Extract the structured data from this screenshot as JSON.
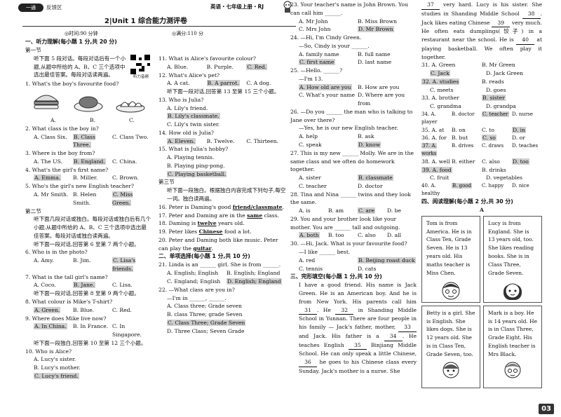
{
  "header": {
    "badge": "一通",
    "zone": "反馈区",
    "subject": "英语・七年级上册・RJ",
    "title": "2|Unit 1 综合能力测评卷",
    "time": "◎时间:90 分钟",
    "score": "◎满分:110 分"
  },
  "listening": {
    "heading": "一、听力理解(每小题 1 分,共 20 分)",
    "p1": "第一节",
    "p1_instr": "听下面 5 段对话。每段对话后有一个小题,从题中所给的 A、B、C 三个选项中选出最佳答案。每段对话读两遍。",
    "qr_label": "听力音频",
    "q1": "1. What's the boy's favourite food?",
    "q1_opts": [
      "A.",
      "B.",
      "C."
    ],
    "q2": "2. What class is the boy in?",
    "q2_opts": [
      "A. Class Six.",
      "B. Class Three.",
      "C. Class Two."
    ],
    "q3": "3. Where is the boy from?",
    "q3_opts": [
      "A. The US.",
      "B. England.",
      "C. China."
    ],
    "q4": "4. What's the girl's first name?",
    "q4_opts": [
      "A. Emma.",
      "B. Miller.",
      "C. Brown."
    ],
    "q5": "5. Who's the girl's new English teacher?",
    "q5_opts": [
      "A. Mr Smith.",
      "B. Helen Smith.",
      "C. Miss Green."
    ],
    "p2": "第二节",
    "p2_instr": "听下面几段对话或独白。每段对话或独白后有几个小题,从题中所给的 A、B、C 三个选项中选出最佳答案。每段对话或独白读两遍。",
    "p2_instr2": "听下面一段对话,回答第 6 至第 7 两个小题。",
    "q6": "6. Who is in the photo?",
    "q6_opts": [
      "A. Amy.",
      "B. Jim.",
      "C. Lisa's friends."
    ],
    "q7": "7. What is the tall girl's name?",
    "q7_opts": [
      "A. Coco.",
      "B. Jane.",
      "C. Lisa."
    ],
    "instr8": "听下面一段对话,回答第 8 至第 9 两个小题。",
    "q8": "8. What colour is Mike's T-shirt?",
    "q8_opts": [
      "A. Green.",
      "B. Blue.",
      "C. Red."
    ],
    "q9": "9. Where does Mike live now?",
    "q9_opts": [
      "A. In China.",
      "B. In France.",
      "C. In Singapore."
    ],
    "instr10": "听下面一段独白,回答第 10 至第 12 三个小题。",
    "q10": "10. Who is Alice?",
    "q10_opts": [
      "A. Lucy's sister.",
      "B. Lucy's mother.",
      "C. Lucy's friend."
    ],
    "q11": "11. What is Alice's favourite colour?",
    "q11_opts": [
      "A. Blue.",
      "B. Purple.",
      "C. Red."
    ],
    "q12": "12. What's Alice's pet?",
    "q12_opts": [
      "A. A cat.",
      "B. A parrot.",
      "C. A dog."
    ],
    "instr13": "听下面一段对话,回答第 13 至第 15 三个小题。",
    "q13": "13. Who is Julia?",
    "q13_opts": [
      "A. Lily's friend.",
      "B. Lily's classmate.",
      "C. Lily's twin sister."
    ],
    "q14": "14. How old is Julia?",
    "q14_opts": [
      "A. Eleven.",
      "B. Twelve.",
      "C. Thirteen."
    ],
    "q15": "15. What is Julia's hobby?",
    "q15_opts": [
      "A. Playing tennis.",
      "B. Playing ping-pong.",
      "C. Playing basketball."
    ],
    "p3": "第三节",
    "p3_instr": "听下面一段独白。根据独白内容完成下列句子,每空一词。独白读两遍。",
    "q16a": "16. Peter is Daming's good ",
    "q16b": "friend/classmate",
    "q16c": ".",
    "q17a": "17. Peter and Daming are in the ",
    "q17b": "same",
    "q17c": " class.",
    "q18a": "18. Daming is ",
    "q18b": "twelve",
    "q18c": " years old.",
    "q19a": "19. Peter likes ",
    "q19b": "Chinese",
    "q19c": " food a lot.",
    "q20a": "20. Peter and Daming both like music. Peter can play the ",
    "q20b": "guitar",
    "q20c": "."
  },
  "single": {
    "heading": "二、单项选择(每小题 1 分,共 10 分)",
    "q21": "21. Linda is an ______ girl. She is from ______.",
    "q21_opts": [
      "A. English; English",
      "B. English; England",
      "C. England; English",
      "D. English; England"
    ],
    "q22": "22. —What class are you in?",
    "q22b": "—I'm in ______, ______.",
    "q22_opts": [
      "A. Class three; Grade seven",
      "B. class Three; grade Seven",
      "C. Class Three; Grade Seven",
      "D. Three Class; Seven Grade"
    ],
    "q23": "23. Your teacher's name is John Brown. You can call him ______.",
    "q23_opts": [
      "A. Mr John",
      "B. Miss Brown",
      "C. Mrs John",
      "D. Mr Brown"
    ],
    "q24": "24. —Hi, I'm Cindy Green.",
    "q24b": "—So, Cindy is your ______.",
    "q24_opts": [
      "A. family name",
      "B. full name",
      "C. first name",
      "D. last name"
    ],
    "q25": "25. —Hello. ______?",
    "q25b": "—I'm 13.",
    "q25_opts": [
      "A. How old are you",
      "B. How are you",
      "C. What's your name",
      "D. Where are you from"
    ],
    "q26": "26. —Do you ______ the man who is talking to Jane over there?",
    "q26b": "—Yes, he is our new English teacher.",
    "q26_opts": [
      "A. help",
      "B. ask",
      "C. speak",
      "D. know"
    ],
    "q27": "27. This is my new ______ Molly. We are in the same class and we often do homework together.",
    "q27_opts": [
      "A. sister",
      "B. classmate",
      "C. teacher",
      "D. doctor"
    ],
    "q28": "28. Tina and Nina ______ twins and they look the same.",
    "q28_opts": [
      "A. is",
      "B. am",
      "C. are",
      "D. be"
    ],
    "q29": "29. You and your brother look like your mother. You are ______ tall and outgoing.",
    "q29_opts": [
      "A. both",
      "B. too",
      "C. also",
      "D. all"
    ],
    "q30": "30. —Hi, Jack. What is your favourite food?",
    "q30b": "—I like ______ best.",
    "q30_opts": [
      "A. red",
      "B. Beijing roast duck",
      "C. tennis",
      "D. cats"
    ]
  },
  "cloze": {
    "heading": "三、完形填空(每小题 1 分,共 10 分)",
    "ans": [
      "31",
      "32",
      "33",
      "34",
      "35",
      "36",
      "37",
      "38",
      "39",
      "40"
    ],
    "t1": "I have a good friend. His name is Jack Green. He is an American boy. And he is from New York. His parents call him ",
    "t2": ". He ",
    "t3": " in Shanding Middle School in Yunnan. There are four people in his family — Jack's father, mother, ",
    "t4": " and Jack. His father is a ",
    "t5": ". He teaches English ",
    "t6": " Binjiang Middle School. He can only speak a little Chinese, ",
    "t7": " he goes to his Chinese class every Sunday. Jack's mother is a nurse. She ",
    "t8": " very hard. Lucy is his sister. She studies in Shanding Middle School ",
    "t9": ". Jack likes eating Chinese ",
    "t10": " very much. He often eats dumplings(饺子) in a restaurant near the school. He is ",
    "t11": " at playing basketball. We often play it together.",
    "opts": [
      [
        "31. A. Green",
        "B. Mr Green",
        "C. Jack",
        "D. Jack Green"
      ],
      [
        "32. A. studies",
        "B. reads",
        "C. meets",
        "D. goes"
      ],
      [
        "33. A. brother",
        "B. sister",
        "C. grandma",
        "D. grandpa"
      ],
      [
        "34. A. player",
        "B. doctor",
        "C. teacher",
        "D. nurse"
      ],
      [
        "35. A. at",
        "B. on",
        "C. to",
        "D. in"
      ],
      [
        "36. A. for",
        "B. but",
        "C. so",
        "D. or"
      ],
      [
        "37. A. works",
        "B. drives",
        "C. draws",
        "D. teaches"
      ],
      [
        "38. A. well",
        "B. either",
        "C. also",
        "D. too"
      ],
      [
        "39. A. food",
        "B. drinks",
        "C. fruit",
        "D. vegetables"
      ],
      [
        "40. A. healthy",
        "B. good",
        "C. happy",
        "D. nice"
      ]
    ]
  },
  "reading": {
    "heading": "四、阅读理解(每小题 2 分,共 30 分)",
    "part": "A",
    "cards": [
      "Tom is from America. He is in Class Ten, Grade Seven. He is 13 years old. His maths teacher is Miss Chen.",
      "Lucy is from England. She is 13 years old, too. She likes reading books. She is in Class Three, Grade Seven.",
      "Betty is a girl. She is English. She likes dogs. She is 12 years old. She is in Class Ten, Grade Seven, too.",
      "Mark is a boy. He is 14 years old. He is in Class Three, Grade Eight. His English teacher is Mrs Black."
    ]
  },
  "footer": {
    "page": "03"
  }
}
